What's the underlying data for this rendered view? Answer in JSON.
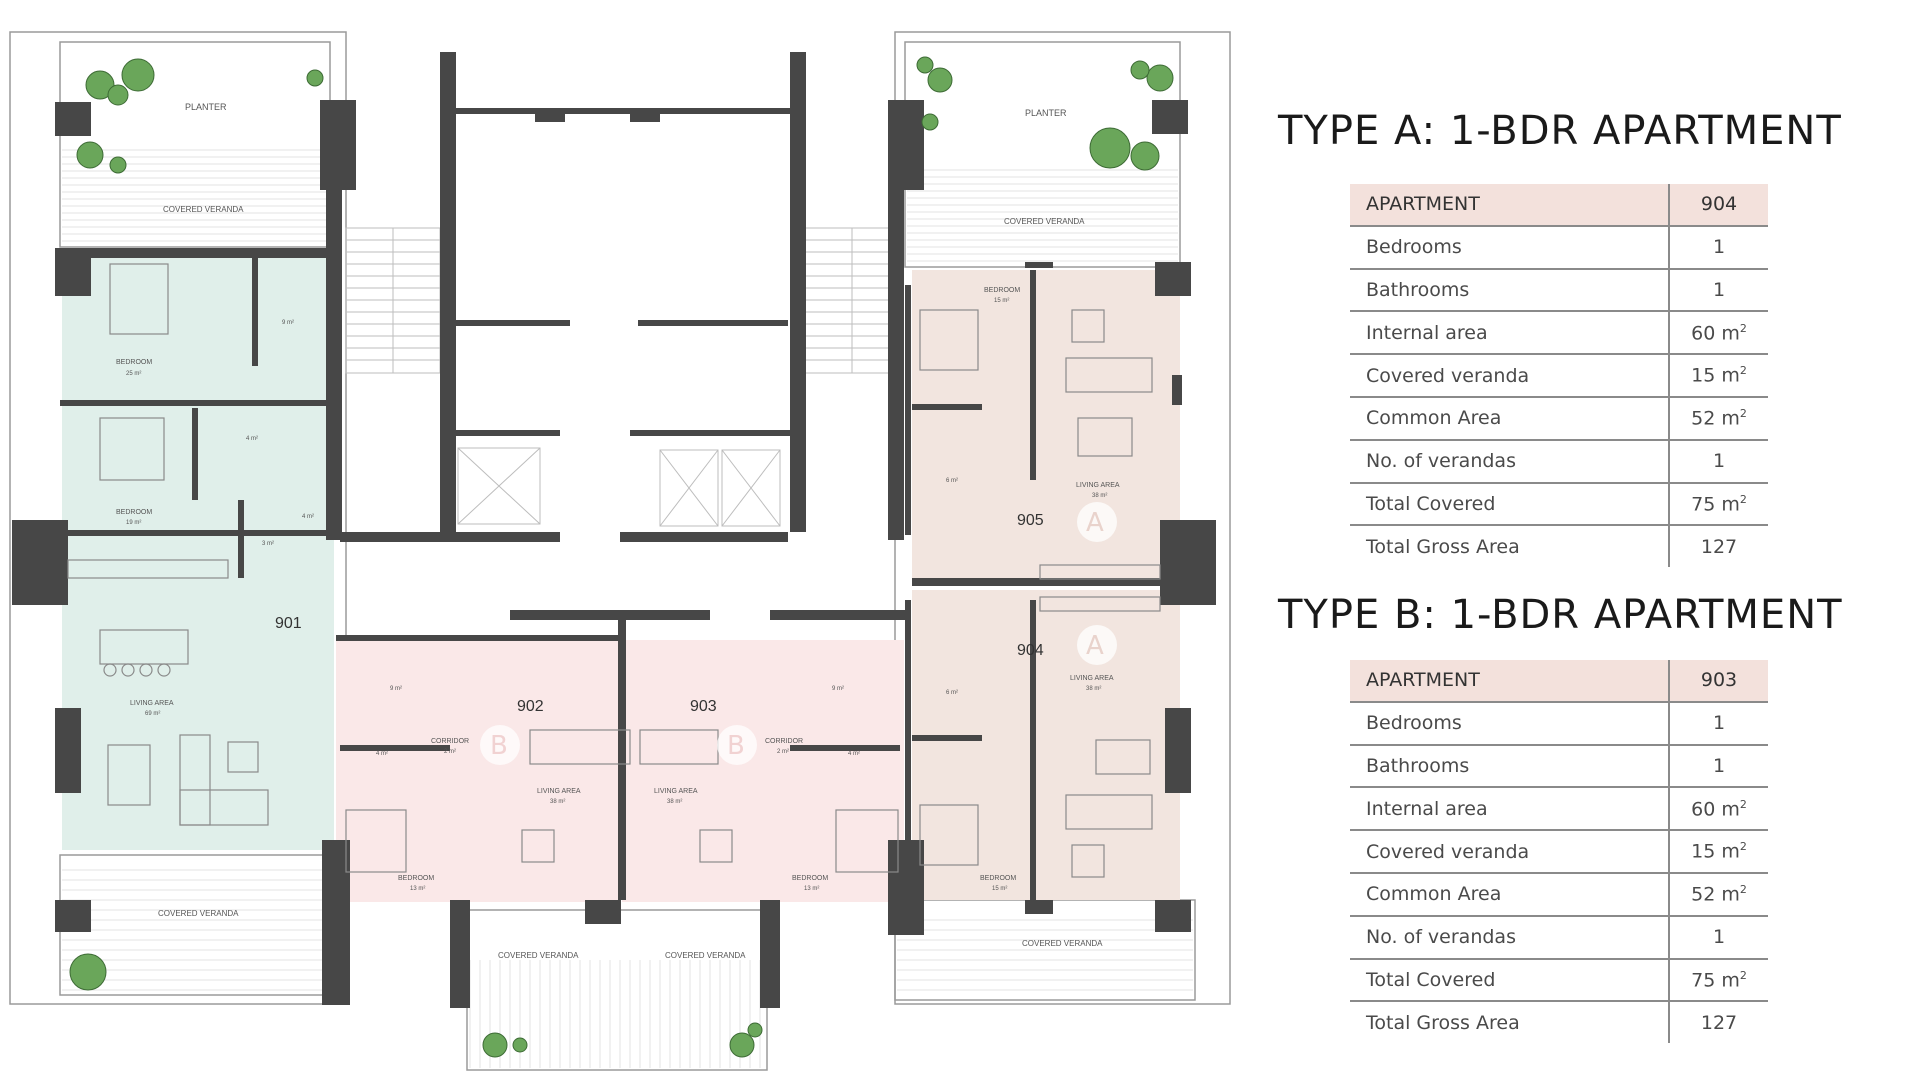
{
  "plan": {
    "labels": {
      "planter": "PLANTER",
      "covered_veranda": "COVERED VERANDA",
      "bedroom": "BEDROOM",
      "living_area": "LIVING AREA",
      "corridor": "CORRIDOR"
    },
    "areas": {
      "a25": "25 m²",
      "a19": "19 m²",
      "a69": "69 m²",
      "a9": "9 m²",
      "a4": "4 m²",
      "a3": "3 m²",
      "a15": "15 m²",
      "a38": "38 m²",
      "a13": "13 m²",
      "a2": "2 m²",
      "a6": "6 m²"
    },
    "units": {
      "u901": "901",
      "u902": "902",
      "u903": "903",
      "u904": "904",
      "u905": "905"
    },
    "type_marks": {
      "a": "A",
      "b": "B"
    },
    "colors": {
      "unit_901": "#e0efea",
      "unit_b": "#fae8e8",
      "unit_a": "#f2e5df",
      "wall": "#474747",
      "plant": "#6aa65a"
    }
  },
  "type_a": {
    "title": "TYPE A: 1-BDR APARTMENT",
    "header": {
      "label": "APARTMENT",
      "value": "904"
    },
    "rows": [
      {
        "label": "Bedrooms",
        "value": "1"
      },
      {
        "label": "Bathrooms",
        "value": "1"
      },
      {
        "label": "Internal  area",
        "value": "60 m",
        "unit": "2"
      },
      {
        "label": "Covered veranda",
        "value": "15 m",
        "unit": "2"
      },
      {
        "label": "Common Area",
        "value": "52 m",
        "unit": "2"
      },
      {
        "label": "No. of verandas",
        "value": "1"
      },
      {
        "label": "Total Covered",
        "value": "75 m",
        "unit": "2"
      },
      {
        "label": "Total Gross Area",
        "value": "127"
      }
    ]
  },
  "type_b": {
    "title": "TYPE B: 1-BDR APARTMENT",
    "header": {
      "label": "APARTMENT",
      "value": "903"
    },
    "rows": [
      {
        "label": "Bedrooms",
        "value": "1"
      },
      {
        "label": "Bathrooms",
        "value": "1"
      },
      {
        "label": "Internal  area",
        "value": "60 m",
        "unit": "2"
      },
      {
        "label": "Covered veranda",
        "value": "15 m",
        "unit": "2"
      },
      {
        "label": "Common Area",
        "value": "52 m",
        "unit": "2"
      },
      {
        "label": "No. of verandas",
        "value": "1"
      },
      {
        "label": "Total Covered",
        "value": "75 m",
        "unit": "2"
      },
      {
        "label": "Total Gross Area",
        "value": "127"
      }
    ]
  }
}
